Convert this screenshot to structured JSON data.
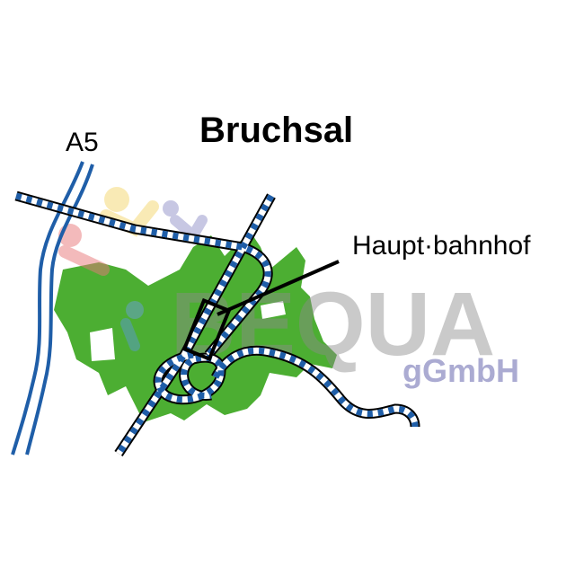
{
  "map": {
    "title": "Bruchsal",
    "highway_label": "A5",
    "station_label": "Haupt·bahnhof",
    "watermark": {
      "name": "BEQUA",
      "suffix": "gGmbH"
    },
    "colors": {
      "city_area": "#4cae32",
      "highway": "#1f5ea8",
      "rail_dash": "#1f5ea8",
      "rail_outline": "#000000",
      "watermark_text": "#8c8c8c",
      "watermark_suffix": "#8f8fc4"
    }
  }
}
